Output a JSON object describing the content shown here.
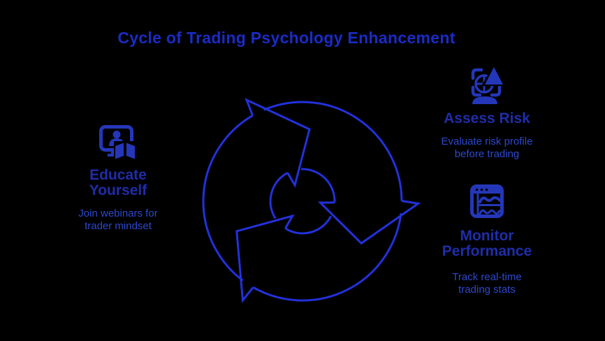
{
  "title": "Cycle of Trading Psychology Enhancement",
  "colors": {
    "background": "#000000",
    "title": "#1b2bc6",
    "heading": "#1f2da9",
    "description": "#2d48cd",
    "diagram": "#2231da",
    "icon": "#2437b9"
  },
  "diagram": {
    "name": "three-arrow-cycle",
    "arrow_count": 3
  },
  "steps": [
    {
      "id": "educate-yourself",
      "icon": "webinar-presentation-book-icon",
      "label_lines": [
        "Educate",
        "Yourself"
      ],
      "description_lines": [
        "Join webinars for",
        "trader mindset"
      ]
    },
    {
      "id": "assess-risk",
      "icon": "risk-profile-scan-triangle-icon",
      "label_lines": [
        "Assess Risk"
      ],
      "description_lines": [
        "Evaluate risk profile",
        "before trading"
      ]
    },
    {
      "id": "monitor-performance",
      "icon": "performance-chart-window-icon",
      "label_lines": [
        "Monitor",
        "Performance"
      ],
      "description_lines": [
        "Track real-time",
        "trading stats"
      ]
    }
  ]
}
